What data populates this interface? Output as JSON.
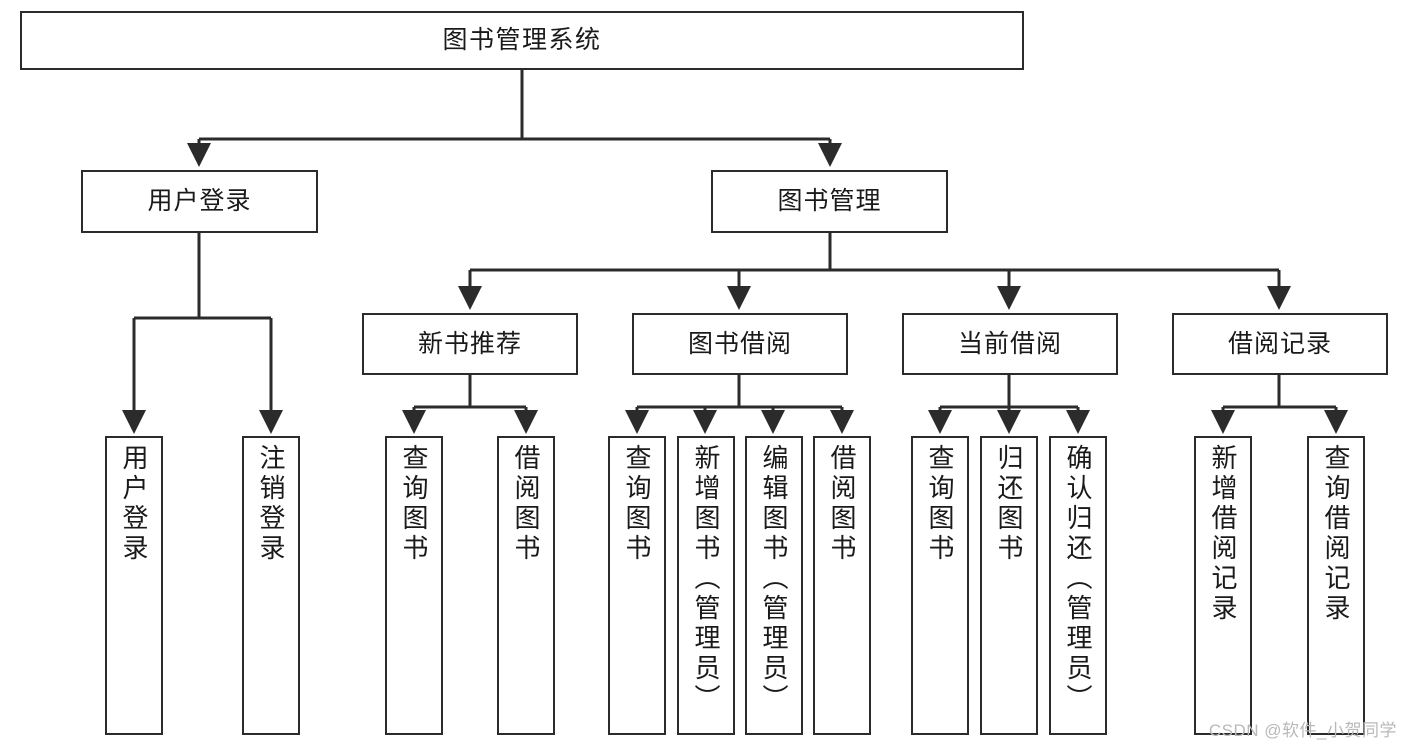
{
  "diagram": {
    "title": "图书管理系统",
    "watermark": "CSDN @软件_小贺同学",
    "accent_border": "#2b2b2b",
    "background": "#ffffff",
    "nodes": {
      "root": {
        "label": "图书管理系统"
      },
      "level2": [
        {
          "id": "user-login",
          "label": "用户登录"
        },
        {
          "id": "book-manage",
          "label": "图书管理"
        }
      ],
      "level3": [
        {
          "id": "new-book-recommend",
          "label": "新书推荐"
        },
        {
          "id": "book-borrow",
          "label": "图书借阅"
        },
        {
          "id": "current-borrow",
          "label": "当前借阅"
        },
        {
          "id": "borrow-record",
          "label": "借阅记录"
        }
      ],
      "leaves": {
        "user_login": [
          {
            "id": "leaf-user-login",
            "label": "用户登录"
          },
          {
            "id": "leaf-logout-login",
            "label": "注销登录"
          }
        ],
        "new_book_recommend": [
          {
            "id": "leaf-query-book-1",
            "label": "查询图书"
          },
          {
            "id": "leaf-borrow-book-1",
            "label": "借阅图书"
          }
        ],
        "book_borrow": [
          {
            "id": "leaf-query-book-2",
            "label": "查询图书"
          },
          {
            "id": "leaf-add-book-admin",
            "label": "新增图书（管理员）"
          },
          {
            "id": "leaf-edit-book-admin",
            "label": "编辑图书（管理员）"
          },
          {
            "id": "leaf-borrow-book-2",
            "label": "借阅图书"
          }
        ],
        "current_borrow": [
          {
            "id": "leaf-query-book-3",
            "label": "查询图书"
          },
          {
            "id": "leaf-return-book",
            "label": "归还图书"
          },
          {
            "id": "leaf-confirm-return-admin",
            "label": "确认归还（管理员）"
          }
        ],
        "borrow_record": [
          {
            "id": "leaf-add-borrow-record",
            "label": "新增借阅记录"
          },
          {
            "id": "leaf-query-borrow-record",
            "label": "查询借阅记录"
          }
        ]
      }
    }
  }
}
